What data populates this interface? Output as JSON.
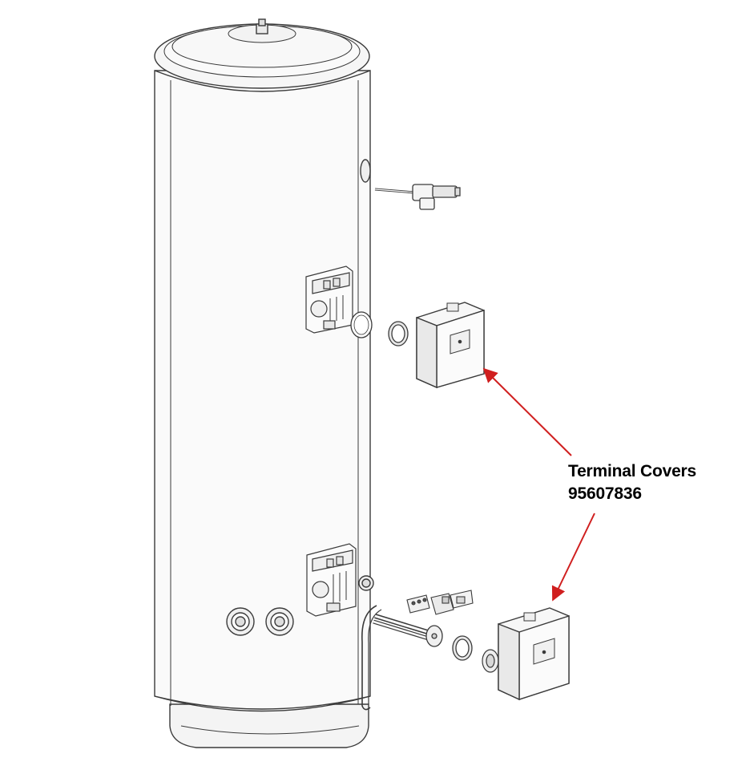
{
  "callout": {
    "title": "Terminal Covers",
    "part_number": "95607836"
  },
  "colors": {
    "line": "#3a3a3a",
    "arrow": "#d01f1f",
    "fill": "#fafafa",
    "shade": "#e9e9e9"
  },
  "icons": [
    "water-cylinder",
    "pressure-relief-valve",
    "thermostat-bracket",
    "immersion-heater",
    "terminal-cover",
    "sealing-ring",
    "terminal-block"
  ]
}
